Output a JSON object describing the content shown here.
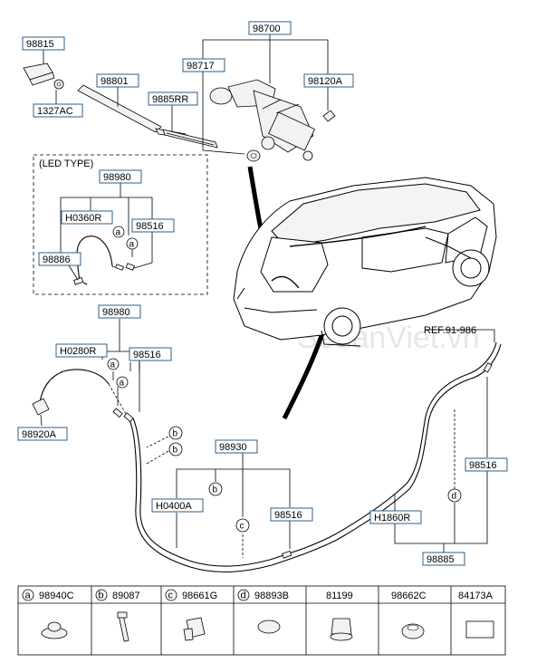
{
  "labels": {
    "p98815": "98815",
    "p1327AC": "1327AC",
    "p98801": "98801",
    "p9885RR": "9885RR",
    "p98700": "98700",
    "p98717": "98717",
    "p98120A": "98120A",
    "led_type": "(LED TYPE)",
    "led_98980": "98980",
    "led_H0360R": "H0360R",
    "led_98516": "98516",
    "led_98886": "98886",
    "p98980": "98980",
    "pH0280R": "H0280R",
    "p98516_left": "98516",
    "p98920A": "98920A",
    "p98930": "98930",
    "pH0400A": "H0400A",
    "p98516_mid": "98516",
    "ref": "REF.91-986",
    "p98516_right": "98516",
    "pH1860R": "H1860R",
    "p98885": "98885"
  },
  "callouts": {
    "a": "a",
    "b": "b",
    "c": "c",
    "d": "d"
  },
  "watermark": "SedanViet.vn",
  "legend": [
    {
      "key": "a",
      "code": "98940C"
    },
    {
      "key": "b",
      "code": "89087"
    },
    {
      "key": "c",
      "code": "98661G"
    },
    {
      "key": "d",
      "code": "98893B"
    },
    {
      "key": "",
      "code": "81199"
    },
    {
      "key": "",
      "code": "98662C"
    },
    {
      "key": "",
      "code": "84173A"
    }
  ]
}
